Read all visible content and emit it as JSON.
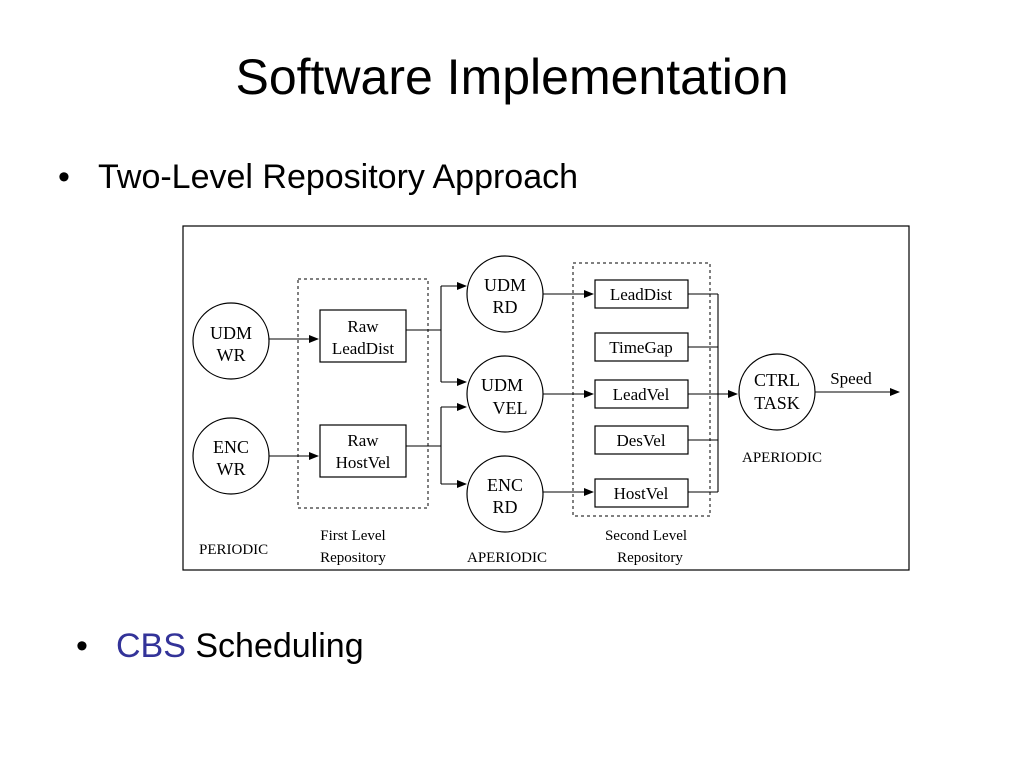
{
  "slide": {
    "title": "Software Implementation",
    "bullets": [
      {
        "marker": "•",
        "text": "Two-Level Repository Approach"
      },
      {
        "marker": "•",
        "highlight": "CBS",
        "text": " Scheduling"
      }
    ],
    "colors": {
      "accent": "#333399",
      "text": "#000000"
    }
  },
  "diagram": {
    "nodes": {
      "udm_wr": [
        "UDM",
        "WR"
      ],
      "enc_wr": [
        "ENC",
        "WR"
      ],
      "raw_leaddist": [
        "Raw",
        "LeadDist"
      ],
      "raw_hostvel": [
        "Raw",
        "HostVel"
      ],
      "udm_rd": [
        "UDM",
        "RD"
      ],
      "udm_vel": [
        "UDM",
        "VEL"
      ],
      "enc_rd": [
        "ENC",
        "RD"
      ],
      "leaddist": "LeadDist",
      "timegap": "TimeGap",
      "leadvel": "LeadVel",
      "desvel": "DesVel",
      "hostvel": "HostVel",
      "ctrl_task": [
        "CTRL",
        "TASK"
      ]
    },
    "output_label": "Speed",
    "labels": {
      "periodic": "PERIODIC",
      "first_level": [
        "First Level",
        "Repository"
      ],
      "aperiodic_mid": "APERIODIC",
      "second_level": [
        "Second Level",
        "Repository"
      ],
      "aperiodic_right": "APERIODIC"
    }
  }
}
